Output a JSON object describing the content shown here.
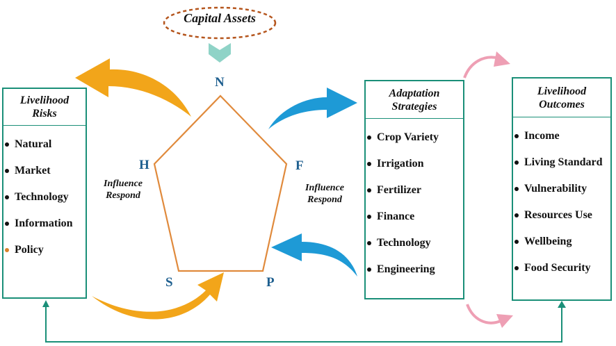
{
  "capital_assets": {
    "label": "Capital Assets"
  },
  "pentagon": {
    "vertices": {
      "n": "N",
      "f": "F",
      "p": "P",
      "s": "S",
      "h": "H"
    },
    "left_note": {
      "line1": "Influence",
      "line2": "Respond"
    },
    "right_note": {
      "line1": "Influence",
      "line2": "Respond"
    }
  },
  "livelihood_risks": {
    "title_line1": "Livelihood",
    "title_line2": "Risks",
    "items": [
      "Natural",
      "Market",
      "Technology",
      "Information",
      "Policy"
    ]
  },
  "adaptation_strategies": {
    "title_line1": "Adaptation",
    "title_line2": "Strategies",
    "items": [
      "Crop Variety",
      "Irrigation",
      "Fertilizer",
      "Finance",
      "Technology",
      "Engineering"
    ]
  },
  "livelihood_outcomes": {
    "title_line1": "Livelihood",
    "title_line2": "Outcomes",
    "items": [
      "Income",
      "Living Standard",
      "Vulnerability",
      "Resources Use",
      "Wellbeing",
      "Food Security"
    ]
  },
  "colors": {
    "box_border": "#1a8f78",
    "pentagon": "#e08a3c",
    "yellow_arrow": "#f2a51a",
    "blue_arrow": "#1e9ad6",
    "pink_arrow": "#ee9fb4",
    "capital_ellipse": "#b5561e",
    "capital_chevron": "#8fd3c7",
    "vertex_label": "#1e5f8f",
    "feedback_line": "#1a8f78"
  }
}
